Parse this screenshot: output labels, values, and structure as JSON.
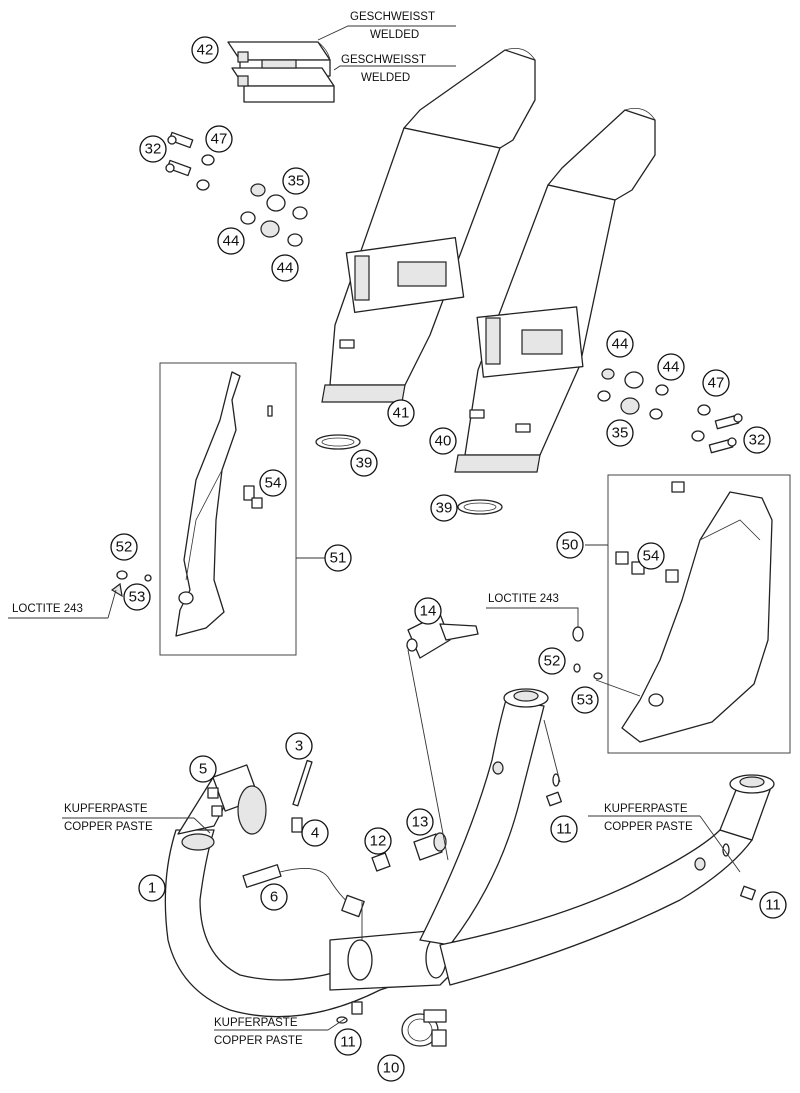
{
  "callouts": [
    "42",
    "32",
    "47",
    "35",
    "44",
    "44",
    "41",
    "40",
    "39",
    "39",
    "44",
    "44",
    "47",
    "35",
    "32",
    "54",
    "52",
    "53",
    "51",
    "50",
    "54",
    "14",
    "52",
    "53",
    "3",
    "5",
    "4",
    "1",
    "6",
    "12",
    "13",
    "11",
    "11",
    "11",
    "10"
  ],
  "notes": {
    "welded_de": "GESCHWEISST",
    "welded_en": "WELDED",
    "loctite": "LOCTITE 243",
    "copper_de": "KUPFERPASTE",
    "copper_en": "COPPER PASTE"
  }
}
